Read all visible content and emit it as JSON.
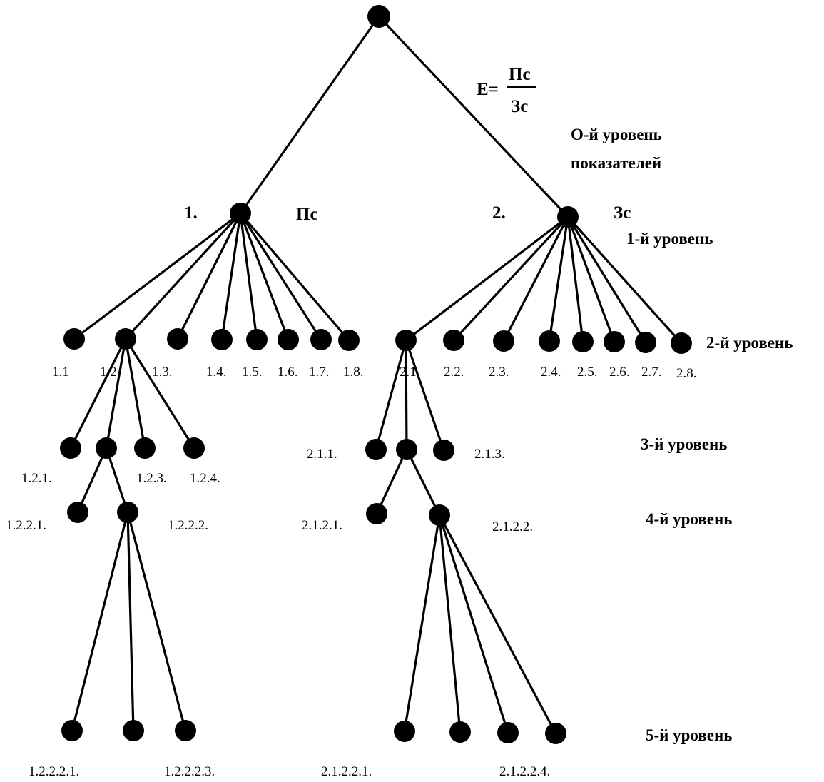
{
  "formula": {
    "lhs": "E=",
    "numerator": "Пс",
    "denominator": "Зс"
  },
  "levels": {
    "l0_line1": "О-й уровень",
    "l0_line2": "показателей",
    "l1": "1-й уровень",
    "l2": "2-й уровень",
    "l3": "3-й уровень",
    "l4": "4-й уровень",
    "l5": "5-й уровень"
  },
  "branches": {
    "b1_num": "1.",
    "b1_name": "Пс",
    "b2_num": "2.",
    "b2_name": "Зс"
  },
  "labels": {
    "n1_1": "1.1",
    "n1_2": "1.2.",
    "n1_3": "1.3.",
    "n1_4": "1.4.",
    "n1_5": "1.5.",
    "n1_6": "1.6.",
    "n1_7": "1.7.",
    "n1_8": "1.8.",
    "n2_1": "2.1.",
    "n2_2": "2.2.",
    "n2_3": "2.3.",
    "n2_4": "2.4.",
    "n2_5": "2.5.",
    "n2_6": "2.6.",
    "n2_7": "2.7.",
    "n2_8": "2.8.",
    "n1_2_1": "1.2.1.",
    "n1_2_3": "1.2.3.",
    "n1_2_4": "1.2.4.",
    "n2_1_1": "2.1.1.",
    "n2_1_3": "2.1.3.",
    "n1_2_2_1": "1.2.2.1.",
    "n1_2_2_2": "1.2.2.2.",
    "n2_1_2_1": "2.1.2.1.",
    "n2_1_2_2": "2.1.2.2.",
    "n1_2_2_2_1": "1.2.2.2.1.",
    "n1_2_2_2_3": "1.2.2.2.3.",
    "n2_1_2_2_1": "2.1.2.2.1.",
    "n2_1_2_2_4": "2.1.2.2.4."
  }
}
